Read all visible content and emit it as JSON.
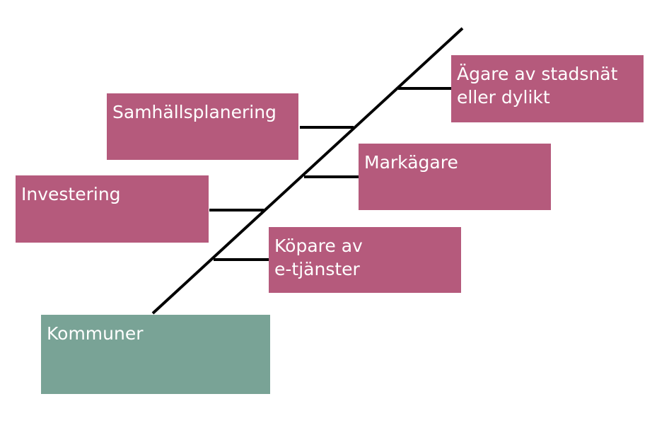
{
  "diagram": {
    "nodes": {
      "samhallsplanering": {
        "line1": "Samhällsplanering"
      },
      "investering": {
        "line1": "Investering"
      },
      "agare": {
        "line1": "Ägare av stadsnät",
        "line2": "eller dylikt"
      },
      "markagare": {
        "line1": "Markägare"
      },
      "kopare": {
        "line1": "Köpare av",
        "line2": "e-tjänster"
      },
      "kommuner": {
        "line1": "Kommuner"
      }
    },
    "colors": {
      "branch_box": "#b55a7c",
      "root_box": "#79a396",
      "line": "#000000",
      "text": "#ffffff"
    }
  }
}
